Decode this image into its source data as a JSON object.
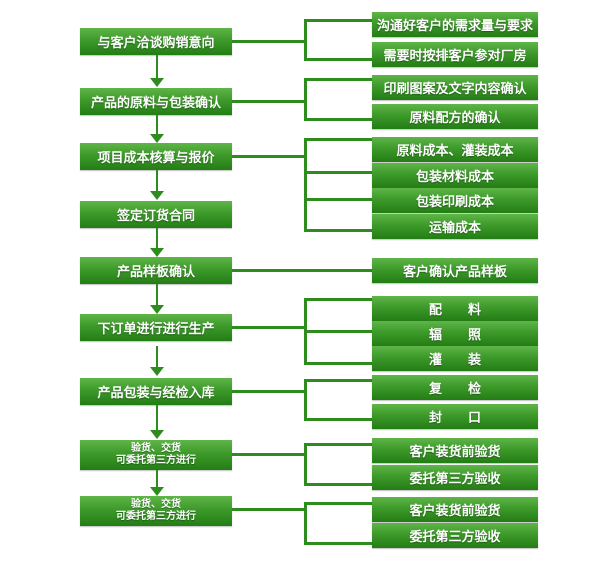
{
  "diagram": {
    "colors": {
      "box_top": "#5fb548",
      "box_bottom": "#237d15",
      "line": "#2e8b1e",
      "text": "#ffffff"
    },
    "steps": [
      {
        "label": "与客户洽谈购销意向",
        "details": [
          "沟通好客户的需求量与要求",
          "需要时按排客户参对厂房"
        ]
      },
      {
        "label": "产品的原料与包装确认",
        "details": [
          "印刷图案及文字内容确认",
          "原料配方的确认"
        ]
      },
      {
        "label": "项目成本核算与报价",
        "details": [
          "原料成本、灌装成本",
          "包装材料成本",
          "包装印刷成本",
          "运输成本"
        ]
      },
      {
        "label": "签定订货合同",
        "details": []
      },
      {
        "label": "产品样板确认",
        "details": [
          "客户确认产品样板"
        ]
      },
      {
        "label": "下订单进行进行生产",
        "details": [
          "配　　料",
          "辐　　照",
          "灌　　装"
        ]
      },
      {
        "label": "产品包装与经检入库",
        "details": [
          "复　　检",
          "封　　口"
        ]
      },
      {
        "label": "验货、交货\n可委托第三方进行",
        "details": [
          "客户装货前验货",
          "委托第三方验收"
        ]
      },
      {
        "label": "验货、交货\n可委托第三方进行",
        "details": [
          "客户装货前验货",
          "委托第三方验收"
        ]
      }
    ]
  }
}
